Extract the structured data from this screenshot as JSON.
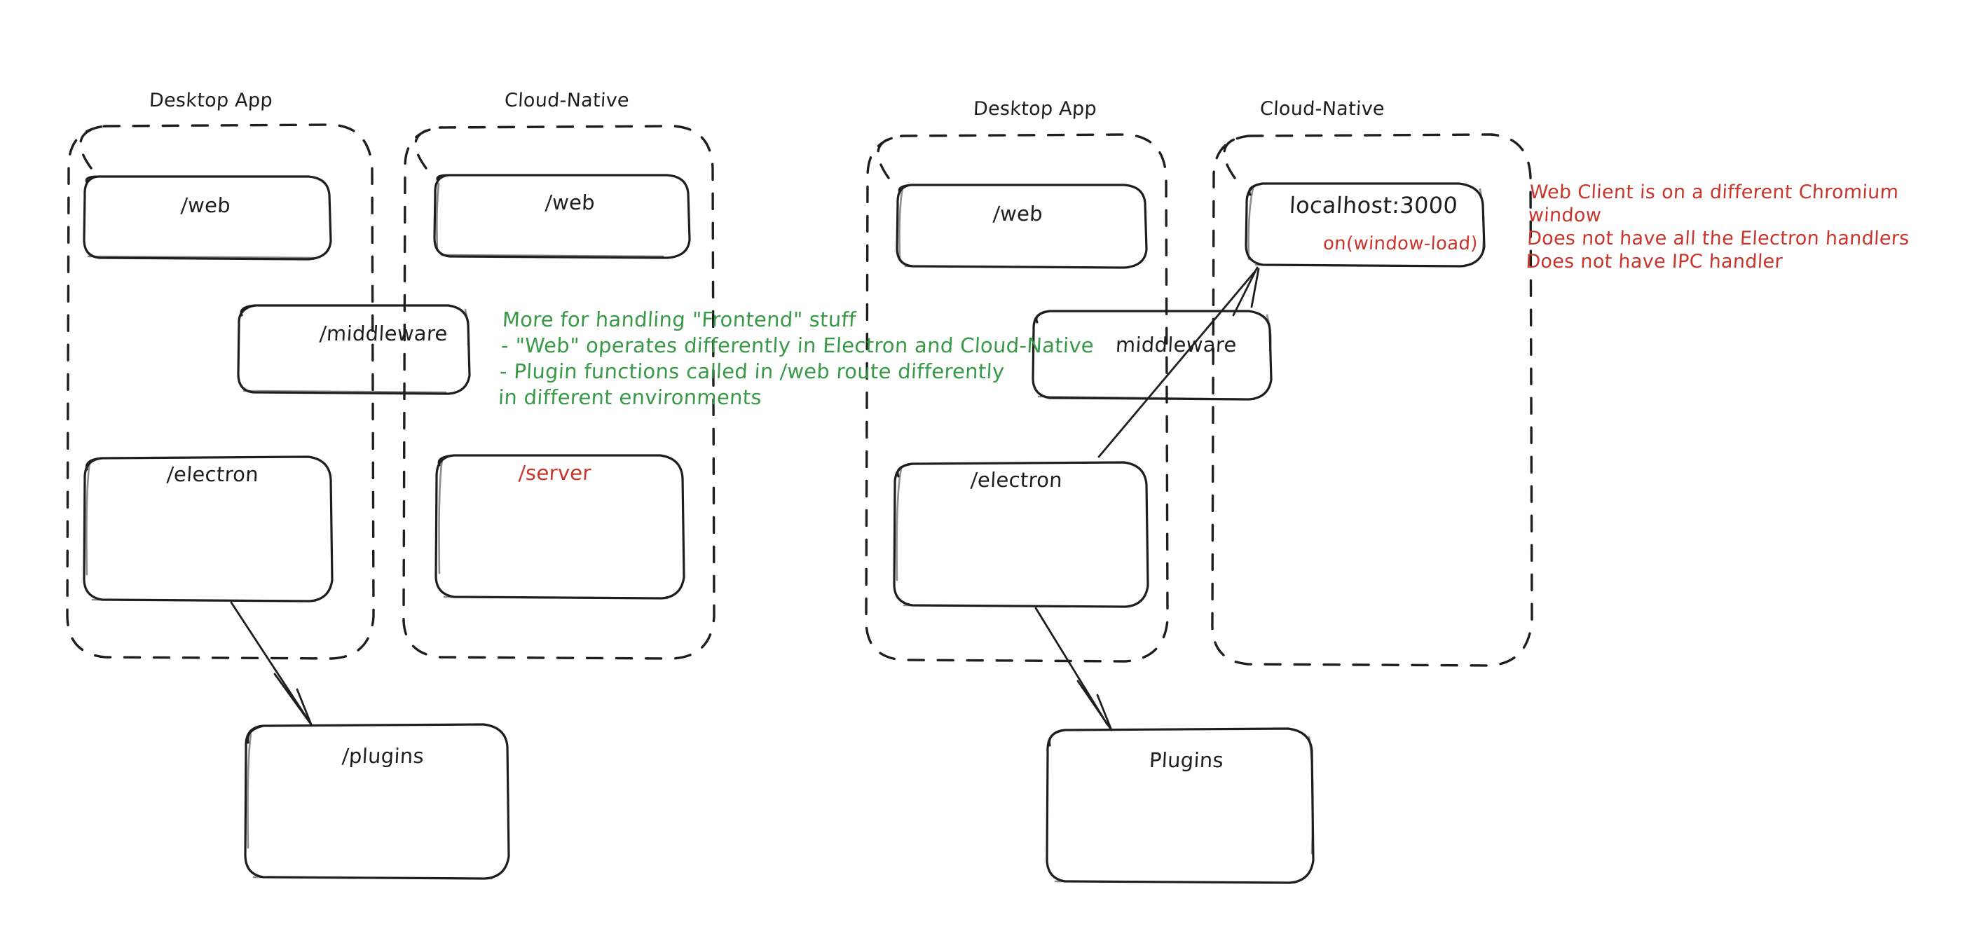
{
  "diagram": {
    "title": "Electron vs Cloud-Native architecture comparison",
    "colors": {
      "stroke": "#1e1e1e",
      "green": "#389a46",
      "red": "#c9342b",
      "background": "#ffffff"
    }
  },
  "left_panel": {
    "desktop_group": {
      "label": "Desktop App",
      "boxes": [
        {
          "label": "/web"
        },
        {
          "label": "/electron"
        }
      ]
    },
    "cloud_group": {
      "label": "Cloud-Native",
      "boxes": [
        {
          "label": "/web"
        },
        {
          "label": "/server"
        }
      ]
    },
    "middleware": {
      "label": "/middleware"
    },
    "plugins": {
      "label": "/plugins"
    },
    "note_green": "More for handling \"Frontend\" stuff\n- \"Web\" operates differently in Electron and Cloud-Native\n- Plugin functions called in /web route differently\nin different environments"
  },
  "right_panel": {
    "desktop_group": {
      "label": "Desktop App",
      "boxes": [
        {
          "label": "/web"
        },
        {
          "label": "/electron"
        }
      ]
    },
    "cloud_group": {
      "label": "Cloud-Native",
      "boxes": [
        {
          "label": "localhost:3000",
          "sublabel": "on(window-load)"
        }
      ]
    },
    "middleware": {
      "label": "middleware"
    },
    "plugins": {
      "label": "Plugins"
    },
    "note_red": "Web Client is on a different Chromium window\nDoes not have all the Electron handlers\nDoes not have IPC handler"
  }
}
